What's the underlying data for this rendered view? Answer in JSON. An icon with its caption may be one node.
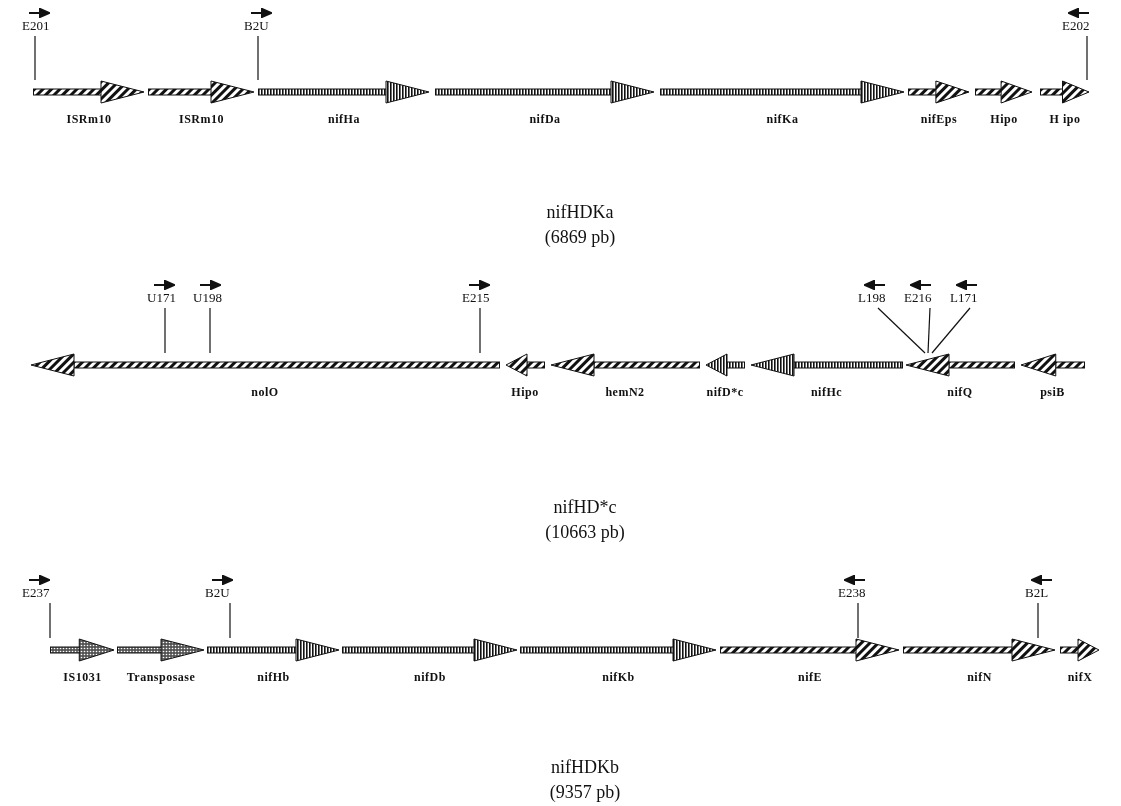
{
  "diagram": {
    "nodes": [
      {
        "text": [
          "E201"
        ]
      },
      {
        "text": [
          "B2U"
        ]
      },
      {
        "text": [
          "E202"
        ]
      },
      {
        "text": [
          "ISRm10"
        ]
      },
      {
        "text": [
          "ISRm10"
        ]
      },
      {
        "text": [
          "nifHa"
        ]
      },
      {
        "text": [
          "nifDa"
        ]
      },
      {
        "text": [
          "nifKa"
        ]
      },
      {
        "text": [
          "nifEps"
        ]
      },
      {
        "text": [
          "Hipo"
        ]
      },
      {
        "text": [
          "H ipo"
        ]
      },
      {
        "text": [
          "U171"
        ]
      },
      {
        "text": [
          "U198"
        ]
      },
      {
        "text": [
          "E215"
        ]
      },
      {
        "text": [
          "L198"
        ]
      },
      {
        "text": [
          "E216"
        ]
      },
      {
        "text": [
          "L171"
        ]
      },
      {
        "text": [
          "nolO"
        ]
      },
      {
        "text": [
          "Hipo"
        ]
      },
      {
        "text": [
          "hemN2"
        ]
      },
      {
        "text": [
          "nifD*c"
        ]
      },
      {
        "text": [
          "nifHc"
        ]
      },
      {
        "text": [
          "nifQ"
        ]
      },
      {
        "text": [
          "psiB"
        ]
      },
      {
        "text": [
          "E237"
        ]
      },
      {
        "text": [
          "B2U"
        ]
      },
      {
        "text": [
          "E238"
        ]
      },
      {
        "text": [
          "B2L"
        ]
      },
      {
        "text": [
          "IS1031"
        ]
      },
      {
        "text": [
          "Transposase"
        ]
      },
      {
        "text": [
          "nifHb"
        ]
      },
      {
        "text": [
          "nifDb"
        ]
      },
      {
        "text": [
          "nifKb"
        ]
      },
      {
        "text": [
          "nifE"
        ]
      },
      {
        "text": [
          "nifN"
        ]
      },
      {
        "text": [
          "nifX"
        ]
      }
    ],
    "edges": [
      {
        "from": 0,
        "to": 3,
        "arrow": "none"
      },
      {
        "from": 1,
        "to": 5,
        "arrow": "none"
      },
      {
        "from": 2,
        "to": 10,
        "arrow": "none"
      },
      {
        "from": 11,
        "to": 17,
        "arrow": "none"
      },
      {
        "from": 12,
        "to": 17,
        "arrow": "none"
      },
      {
        "from": 13,
        "to": 17,
        "arrow": "none"
      },
      {
        "from": 14,
        "to": 22,
        "arrow": "none"
      },
      {
        "from": 15,
        "to": 22,
        "arrow": "none"
      },
      {
        "from": 16,
        "to": 22,
        "arrow": "none"
      },
      {
        "from": 24,
        "to": 28,
        "arrow": "none"
      },
      {
        "from": 25,
        "to": 30,
        "arrow": "none"
      },
      {
        "from": 26,
        "to": 33,
        "arrow": "none"
      },
      {
        "from": 27,
        "to": 34,
        "arrow": "none"
      }
    ],
    "labels": [
      "nifHDKa",
      "(6869 pb)",
      "nifHD*c",
      "(10663 pb)",
      "nifHDKb",
      "(9357 pb)"
    ]
  }
}
